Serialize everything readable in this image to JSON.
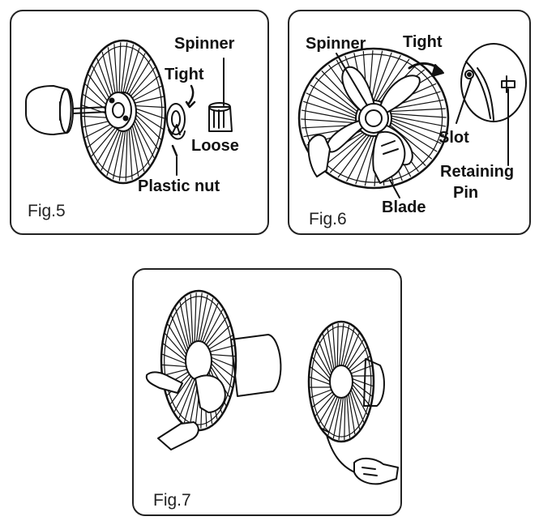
{
  "fig5": {
    "caption": "Fig.5",
    "labels": {
      "spinner": "Spinner",
      "tight": "Tight",
      "loose": "Loose",
      "plastic_nut": "Plastic  nut"
    }
  },
  "fig6": {
    "caption": "Fig.6",
    "labels": {
      "spinner": "Spinner",
      "tight": "Tight",
      "slot": "Slot",
      "retaining": "Retaining",
      "pin": "Pin",
      "blade": "Blade"
    }
  },
  "fig7": {
    "caption": "Fig.7"
  },
  "colors": {
    "stroke": "#111111",
    "panel_border": "#222222",
    "background": "#ffffff"
  }
}
